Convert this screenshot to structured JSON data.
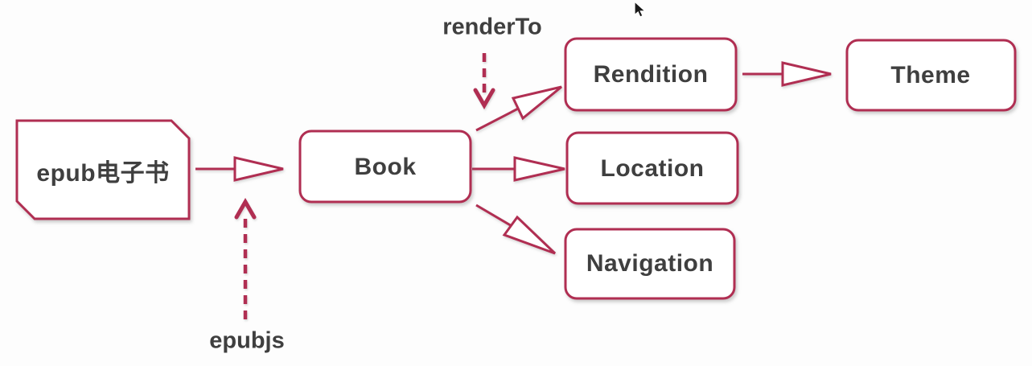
{
  "diagram": {
    "description": "epub.js architecture flow diagram",
    "colors": {
      "stroke": "#b02e52",
      "text": "#3f3f3f",
      "bg": "#fdfdfd"
    },
    "nodes": {
      "epub": {
        "label": "epub电子书",
        "shape": "rect-cut-corners"
      },
      "book": {
        "label": "Book",
        "shape": "rounded-rect"
      },
      "rendition": {
        "label": "Rendition",
        "shape": "rounded-rect"
      },
      "theme": {
        "label": "Theme",
        "shape": "rounded-rect"
      },
      "location": {
        "label": "Location",
        "shape": "rounded-rect"
      },
      "navigation": {
        "label": "Navigation",
        "shape": "rounded-rect"
      }
    },
    "edges": [
      {
        "from": "epub",
        "to": "book",
        "head": "open-triangle"
      },
      {
        "from": "book",
        "to": "rendition",
        "head": "open-triangle"
      },
      {
        "from": "book",
        "to": "location",
        "head": "open-triangle"
      },
      {
        "from": "book",
        "to": "navigation",
        "head": "open-triangle"
      },
      {
        "from": "rendition",
        "to": "theme",
        "head": "open-triangle"
      }
    ],
    "annotations": {
      "renderTo": {
        "label": "renderTo",
        "arrow": "dashed, points down at book→rendition edge"
      },
      "epubjs": {
        "label": "epubjs",
        "arrow": "dashed, points up at epub→book edge"
      }
    },
    "cursor": {
      "visible": true
    }
  }
}
